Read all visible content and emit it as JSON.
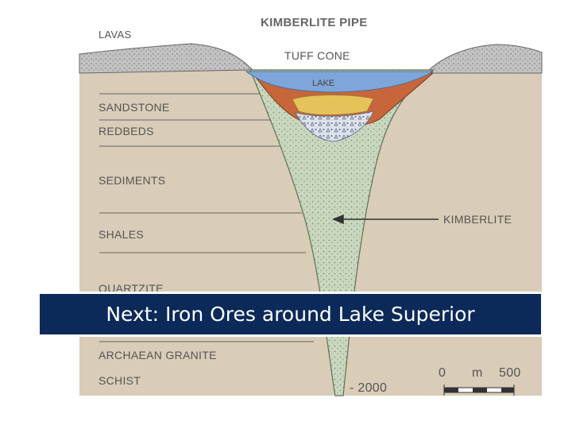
{
  "diagram": {
    "title": "KIMBERLITE PIPE",
    "labels": {
      "lavas": "LAVAS",
      "tuff_cone": "TUFF CONE",
      "lake": "LAKE",
      "sandstone": "SANDSTONE",
      "redbeds": "REDBEDS",
      "sediments": "SEDIMENTS",
      "shales": "SHALES",
      "quartzite": "QUARTZITE",
      "archaean_granite": "ARCHAEAN GRANITE",
      "schist": "SCHIST",
      "kimberlite": "KIMBERLITE",
      "depth": "- 2000"
    },
    "scale_bar": {
      "start": "0",
      "unit": "m",
      "end": "500"
    },
    "colors": {
      "rock_strata": "#d9ccb8",
      "kimberlite": "#c8d6be",
      "lake": "#7fa6d8",
      "tuff": "#c6663a",
      "yellow_layer": "#e6c35a",
      "banner": "#0b2a59"
    }
  },
  "banner": {
    "text": "Next: Iron Ores around Lake Superior"
  }
}
